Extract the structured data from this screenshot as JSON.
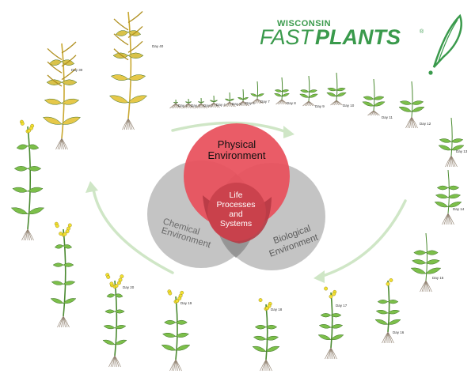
{
  "logo": {
    "line1": "WISCONSIN",
    "line2a": "FAST",
    "line2b": "PLANTS",
    "mark": "®",
    "icon": "leaf-exclamation-icon",
    "color": "#3a9a4c"
  },
  "venn": {
    "physical": [
      "Physical",
      "Environment"
    ],
    "chemical": [
      "Chemical",
      "Environment"
    ],
    "biological": [
      "Biological",
      "Environment"
    ],
    "center": [
      "Life",
      "Processes",
      "and",
      "Systems"
    ],
    "colors": {
      "physical": "#e8505b",
      "gray": "#b4b4b4",
      "center": "#b63a44"
    }
  },
  "days": [
    "Day 1",
    "Day 2",
    "Day 3",
    "Day 4",
    "Day 5",
    "Day 6",
    "Day 7",
    "Day 8",
    "Day 9",
    "Day 10",
    "Day 11",
    "Day 12",
    "Day 13",
    "Day 14",
    "Day 15",
    "Day 16",
    "Day 17",
    "Day 18",
    "Day 19",
    "Day 20",
    "Day 30",
    "Day 40"
  ],
  "colors": {
    "leaf": "#7cbf4a",
    "stem": "#4a8a30",
    "flower": "#f2e030",
    "senescent": "#c9a830",
    "root": "#8a7a68",
    "arrow": "#cfe6c6"
  }
}
